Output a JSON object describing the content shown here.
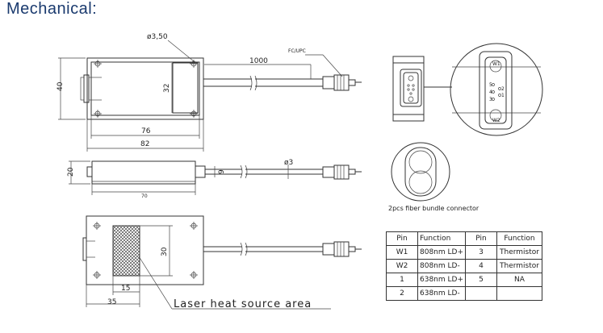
{
  "heading": "Mechanical:",
  "top_view": {
    "hole_dim": "ø3,50",
    "cable_length": "1000",
    "connector_label": "FC/UPC",
    "height": "40",
    "block_height": "32",
    "inner_width": "76",
    "outer_width": "82"
  },
  "side_view": {
    "height": "20",
    "fiber_dia": "ø3",
    "step": "9",
    "length": "70"
  },
  "bottom_view": {
    "area_height": "30",
    "area_width": "15",
    "area_offset": "35",
    "area_label": "Laser heat source area"
  },
  "connector": {
    "pins": [
      "W1",
      "5",
      "4",
      "3",
      "2",
      "1",
      "W2"
    ]
  },
  "bundle": {
    "caption": "2pcs fiber bundle connector"
  },
  "pin_table": {
    "headers": [
      "Pin",
      "Function",
      "Pin",
      "Function"
    ],
    "rows": [
      [
        "W1",
        "808nm LD+",
        "3",
        "Thermistor"
      ],
      [
        "W2",
        "808nm LD-",
        "4",
        "Thermistor"
      ],
      [
        "1",
        "638nm LD+",
        "5",
        "NA"
      ],
      [
        "2",
        "638nm LD-",
        "",
        ""
      ]
    ]
  }
}
